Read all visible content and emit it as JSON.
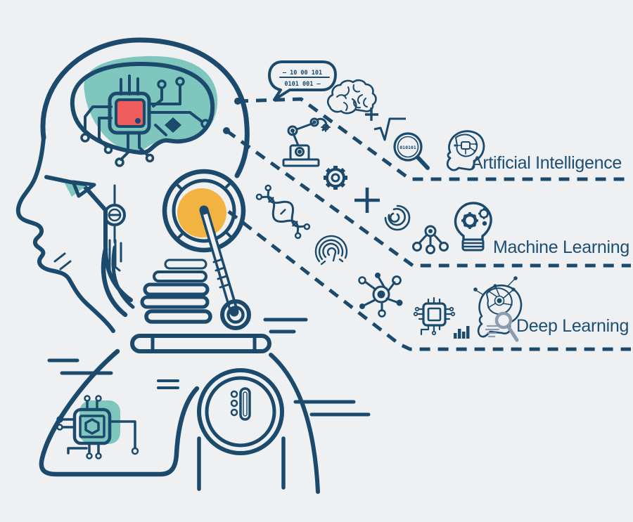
{
  "illustration": {
    "title_rows": [
      {
        "id": "artificial-intelligence",
        "text": "Artificial Intelligence"
      },
      {
        "id": "machine-learning",
        "text": "Machine Learning"
      },
      {
        "id": "deep-learning",
        "text": "Deep Learning"
      }
    ],
    "speech_bubble": {
      "line1": "— 10 00 101",
      "line2": "0101 001 —"
    },
    "magnifier_text": "010101",
    "icons": {
      "head_area": [
        "circuit-brain-icon",
        "chip-icon",
        "ear-speaker-icon",
        "mic-boom-icon",
        "shoulder-chip-icon"
      ],
      "funnel_column": [
        "speech-bubble-binary-icon",
        "robot-arm-icon",
        "gear-icon",
        "dna-icon",
        "fingerprint-icon",
        "molecule-icon"
      ],
      "ai_row": [
        "brain-icon",
        "plus-icon",
        "square-root-icon",
        "binary-magnifier-icon",
        "ai-head-icon"
      ],
      "ml_row": [
        "plus-icon",
        "coil-icon",
        "tree-nodes-icon",
        "bulb-gears-icon"
      ],
      "dl_row": [
        "microchip-icon",
        "bar-chart-icon",
        "dl-head-icon"
      ]
    },
    "colors": {
      "bg": "#eef0f1",
      "line": "#1b4a6d",
      "text": "#1d4e74",
      "teal": "#7fc6bf",
      "red": "#ee5c5c",
      "yellow": "#f2b340",
      "gray": "#8b9cb0"
    }
  }
}
